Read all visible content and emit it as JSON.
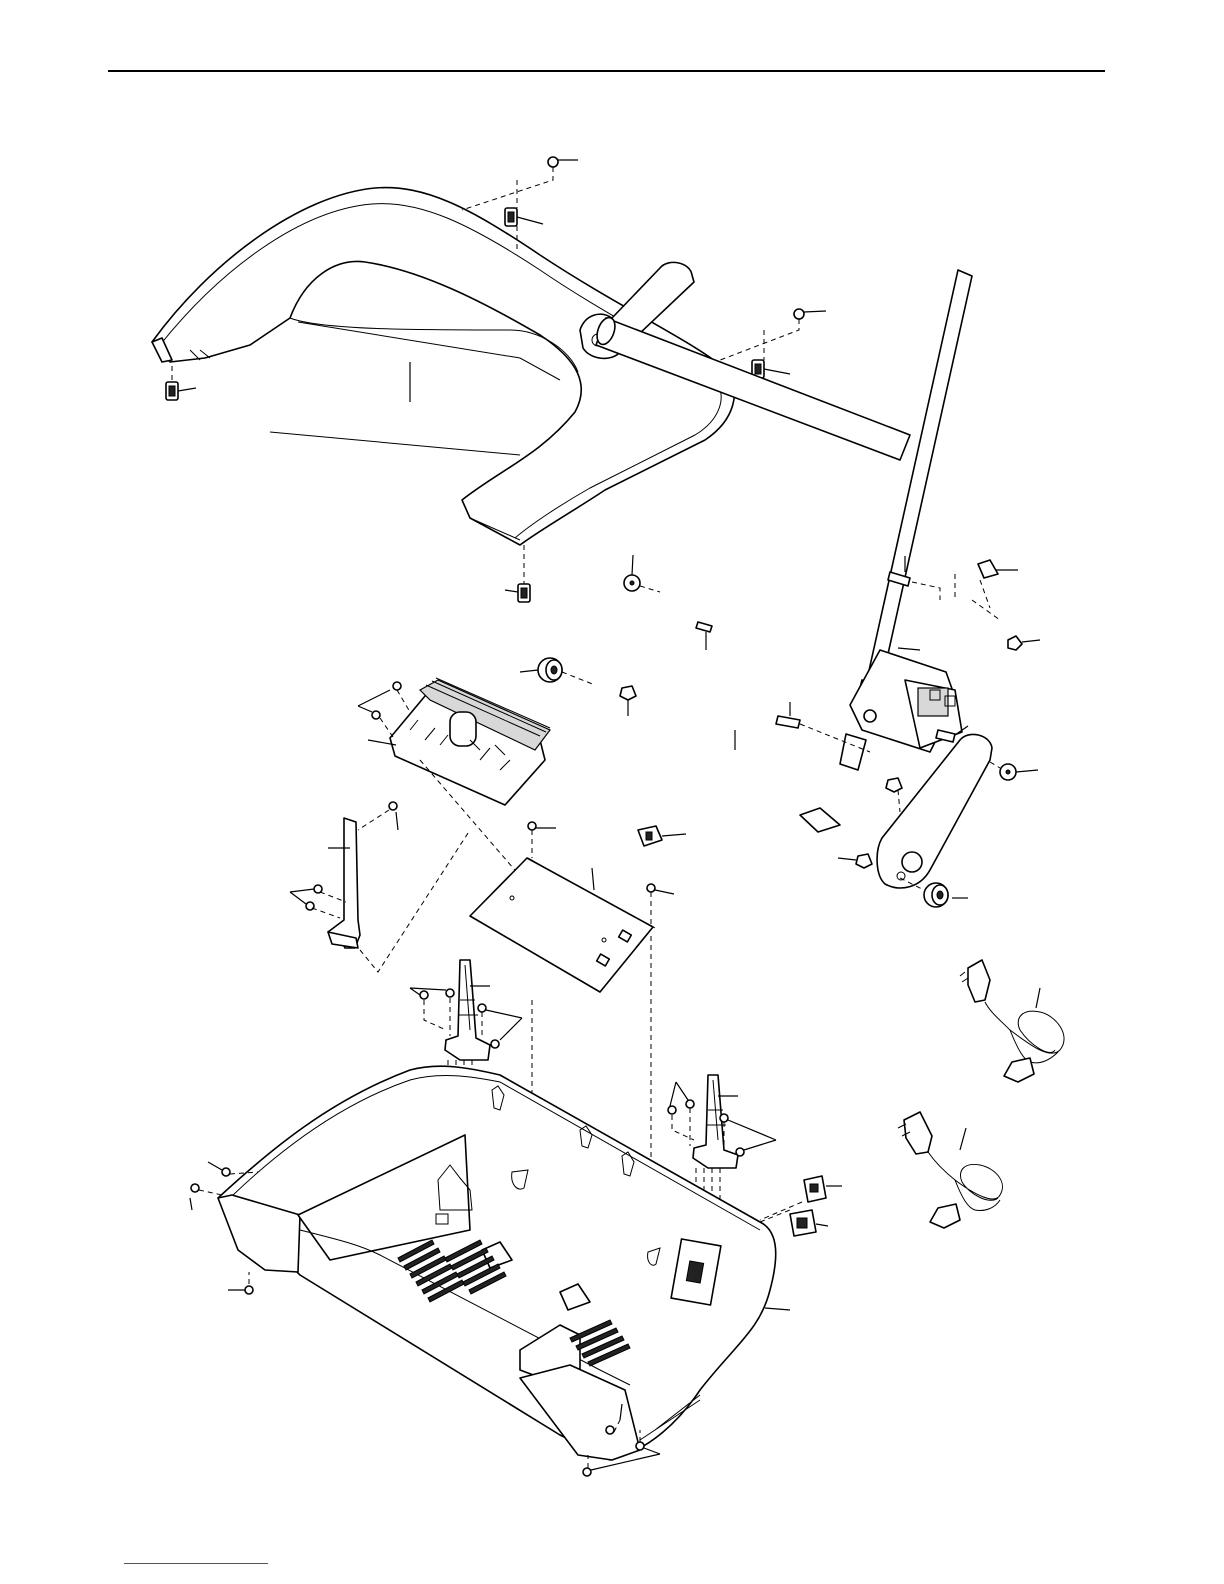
{
  "diagram": {
    "view": "exploded-parts-view",
    "colors": {
      "line": "#000000",
      "background": "#ffffff",
      "footer_link": "#2b4fd6"
    },
    "parts": [
      {
        "id": "hood",
        "icon": "motor-hood-icon"
      },
      {
        "id": "hood-clip",
        "icon": "clip-icon"
      },
      {
        "id": "hood-screw",
        "icon": "screw-icon"
      },
      {
        "id": "incline-frame",
        "icon": "incline-frame-icon"
      },
      {
        "id": "incline-motor",
        "icon": "incline-motor-icon"
      },
      {
        "id": "wheel",
        "icon": "wheel-icon"
      },
      {
        "id": "washer",
        "icon": "washer-icon"
      },
      {
        "id": "bolt",
        "icon": "bolt-icon"
      },
      {
        "id": "nut",
        "icon": "nut-icon"
      },
      {
        "id": "controller",
        "icon": "controller-board-icon"
      },
      {
        "id": "controller-bracket",
        "icon": "bracket-icon"
      },
      {
        "id": "controller-plate",
        "icon": "plate-icon"
      },
      {
        "id": "ferrite",
        "icon": "ferrite-icon"
      },
      {
        "id": "hood-bracket",
        "icon": "hood-bracket-icon"
      },
      {
        "id": "motor-base",
        "icon": "base-tray-icon"
      },
      {
        "id": "switch",
        "icon": "switch-icon"
      },
      {
        "id": "power-socket",
        "icon": "socket-icon"
      },
      {
        "id": "power-cord-eu",
        "icon": "power-cord-icon"
      },
      {
        "id": "power-cord-uk",
        "icon": "power-cord-icon"
      }
    ]
  }
}
